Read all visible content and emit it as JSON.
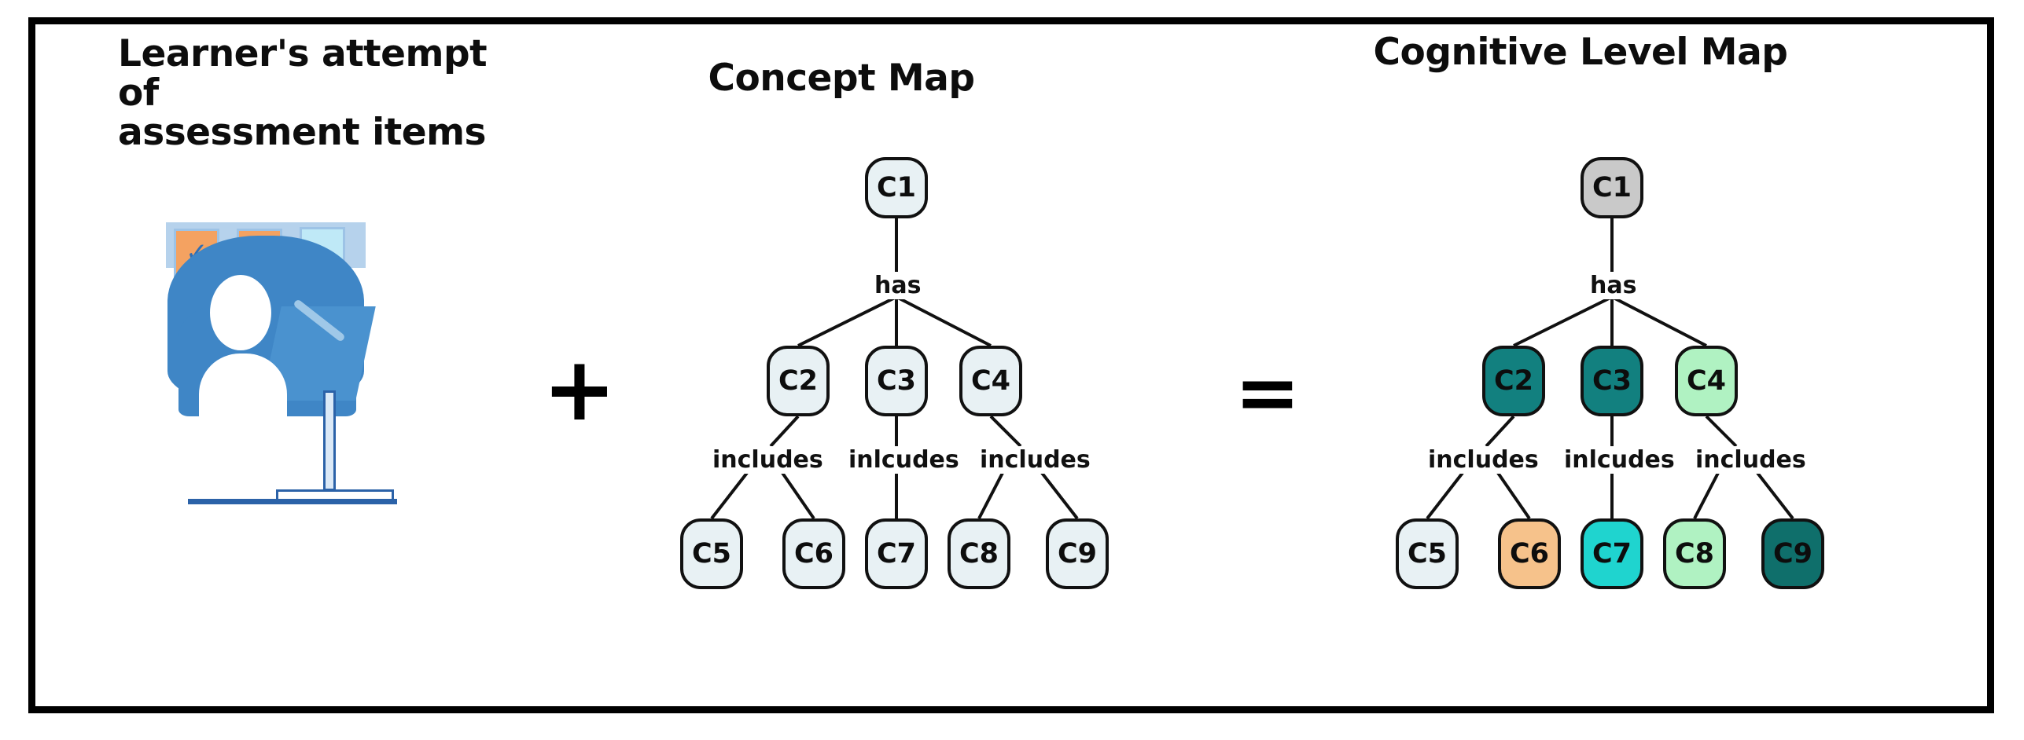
{
  "figure": {
    "panels": {
      "left": {
        "title_line1": "Learner's attempt of",
        "title_line2": "assessment items"
      },
      "middle": {
        "title": "Concept Map"
      },
      "right": {
        "title": "Cognitive Level Map"
      }
    },
    "operators": {
      "plus": "+",
      "equals": "="
    }
  },
  "illustration": {
    "tick_1": "✓",
    "tick_2": "✓",
    "colors": {
      "body_blue": "#3f86c6",
      "answer_box_orange": "#f4a261",
      "answer_box_empty": "#bfe9f7",
      "bar_blue": "#9dc3e6",
      "outline_blue": "#2b62a8"
    }
  },
  "concept_map": {
    "type": "diagram",
    "title": "Concept Map",
    "node_fill": "#e8f1f4",
    "node_stroke": "#111111",
    "nodes": [
      {
        "id": "C1",
        "label": "C1",
        "fill": "#e8f1f4"
      },
      {
        "id": "C2",
        "label": "C2",
        "fill": "#e8f1f4"
      },
      {
        "id": "C3",
        "label": "C3",
        "fill": "#e8f1f4"
      },
      {
        "id": "C4",
        "label": "C4",
        "fill": "#e8f1f4"
      },
      {
        "id": "C5",
        "label": "C5",
        "fill": "#e8f1f4"
      },
      {
        "id": "C6",
        "label": "C6",
        "fill": "#e8f1f4"
      },
      {
        "id": "C7",
        "label": "C7",
        "fill": "#e8f1f4"
      },
      {
        "id": "C8",
        "label": "C8",
        "fill": "#e8f1f4"
      },
      {
        "id": "C9",
        "label": "C9",
        "fill": "#e8f1f4"
      }
    ],
    "edge_labels": {
      "has": "has",
      "includes_left": "includes",
      "includes_middle": "inlcudes",
      "includes_right": "includes"
    },
    "edges": [
      {
        "from": "C1",
        "to": "C2",
        "label": "has"
      },
      {
        "from": "C1",
        "to": "C3",
        "label": "has"
      },
      {
        "from": "C1",
        "to": "C4",
        "label": "has"
      },
      {
        "from": "C2",
        "to": "C5",
        "label": "includes"
      },
      {
        "from": "C2",
        "to": "C6",
        "label": "includes"
      },
      {
        "from": "C3",
        "to": "C7",
        "label": "inlcudes"
      },
      {
        "from": "C4",
        "to": "C8",
        "label": "includes"
      },
      {
        "from": "C4",
        "to": "C9",
        "label": "includes"
      }
    ]
  },
  "cognitive_level_map": {
    "type": "diagram",
    "title": "Cognitive Level Map",
    "node_stroke": "#111111",
    "nodes": [
      {
        "id": "C1",
        "label": "C1",
        "fill": "#c9c9c9"
      },
      {
        "id": "C2",
        "label": "C2",
        "fill": "#12807f"
      },
      {
        "id": "C3",
        "label": "C3",
        "fill": "#12807f"
      },
      {
        "id": "C4",
        "label": "C4",
        "fill": "#b0f2c2"
      },
      {
        "id": "C5",
        "label": "C5",
        "fill": "#e8f1f4"
      },
      {
        "id": "C6",
        "label": "C6",
        "fill": "#f6c28b"
      },
      {
        "id": "C7",
        "label": "C7",
        "fill": "#1fd4cf"
      },
      {
        "id": "C8",
        "label": "C8",
        "fill": "#b0f2c2"
      },
      {
        "id": "C9",
        "label": "C9",
        "fill": "#0f6f6b"
      }
    ],
    "edge_labels": {
      "has": "has",
      "includes_left": "includes",
      "includes_middle": "inlcudes",
      "includes_right": "includes"
    },
    "edges": [
      {
        "from": "C1",
        "to": "C2",
        "label": "has"
      },
      {
        "from": "C1",
        "to": "C3",
        "label": "has"
      },
      {
        "from": "C1",
        "to": "C4",
        "label": "has"
      },
      {
        "from": "C2",
        "to": "C5",
        "label": "includes"
      },
      {
        "from": "C2",
        "to": "C6",
        "label": "includes"
      },
      {
        "from": "C3",
        "to": "C7",
        "label": "inlcudes"
      },
      {
        "from": "C4",
        "to": "C8",
        "label": "includes"
      },
      {
        "from": "C4",
        "to": "C9",
        "label": "includes"
      }
    ]
  }
}
